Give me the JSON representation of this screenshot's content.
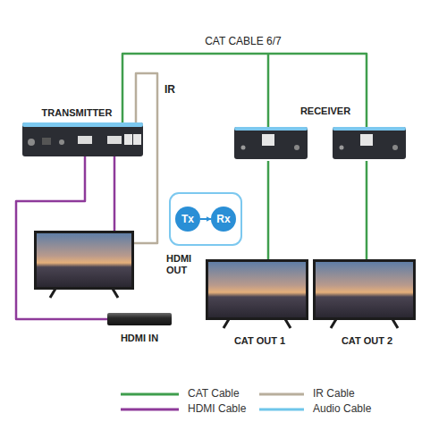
{
  "diagram": {
    "nodes": [
      {
        "text": [
          "TRANSMITTER"
        ]
      },
      {
        "text": [
          "RECEIVER"
        ]
      },
      {
        "text": [
          "Tx"
        ]
      },
      {
        "text": [
          "Rx"
        ]
      },
      {
        "text": [
          "HDMI OUT"
        ]
      },
      {
        "text": [
          "HDMI IN"
        ]
      },
      {
        "text": [
          "CAT OUT 1"
        ]
      },
      {
        "text": [
          "CAT OUT 2"
        ]
      }
    ],
    "edges": [
      {
        "from": 0,
        "to": 1,
        "label": "CAT CABLE 6/7",
        "arrow": "none"
      },
      {
        "from": 1,
        "to": 6,
        "arrow": "none"
      },
      {
        "from": 1,
        "to": 7,
        "arrow": "none"
      },
      {
        "from": 0,
        "to": 4,
        "arrow": "none"
      },
      {
        "from": 0,
        "to": 5,
        "arrow": "none"
      },
      {
        "from": 0,
        "to": 4,
        "label": "IR",
        "arrow": "none"
      },
      {
        "from": 2,
        "to": 3,
        "arrow": "to"
      }
    ],
    "legend": [
      {
        "text": "CAT Cable"
      },
      {
        "text": "IR Cable"
      },
      {
        "text": "HDMI Cable"
      },
      {
        "text": "Audio Cable"
      }
    ]
  }
}
